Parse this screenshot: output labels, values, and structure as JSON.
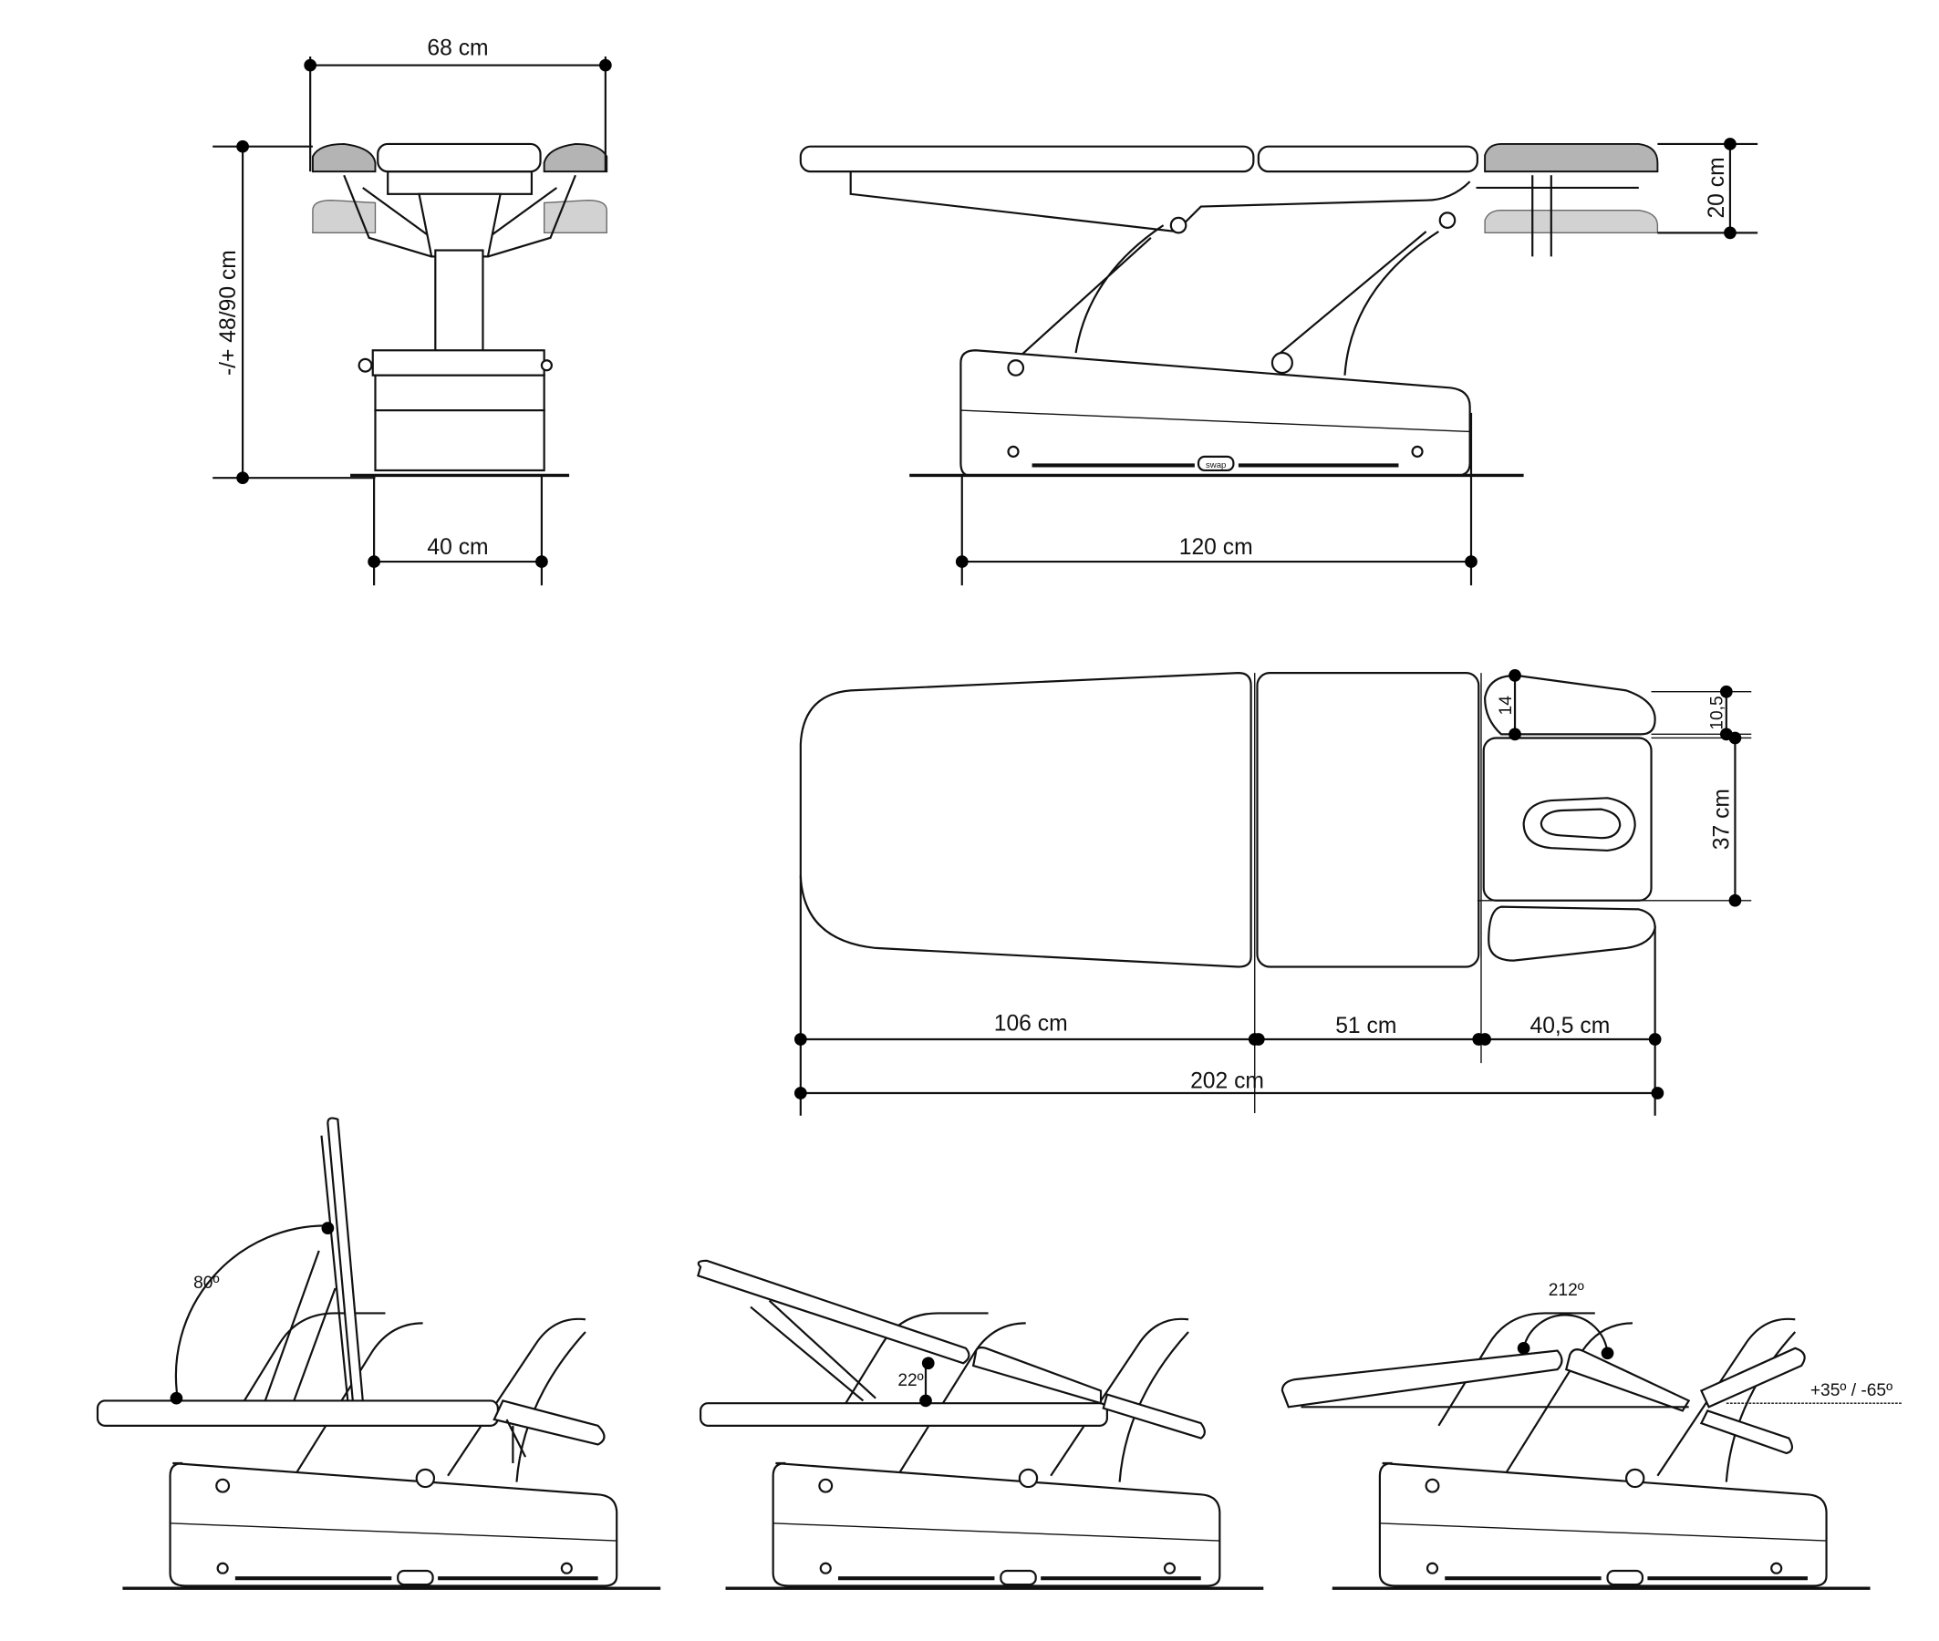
{
  "brand_logo": "swap",
  "front_view": {
    "width_label": "68 cm",
    "height_label": "-/+ 48/90 cm",
    "base_width_label": "40 cm"
  },
  "side_view": {
    "base_length_label": "120 cm",
    "headrest_drop_label": "20 cm"
  },
  "top_view": {
    "section1_label": "106 cm",
    "section2_label": "51 cm",
    "section3_label": "40,5 cm",
    "total_label": "202 cm",
    "head_width_label": "37 cm",
    "armrest_width_label": "14",
    "armrest_offset_label": "10,5"
  },
  "positions": {
    "backrest_angle_label": "80º",
    "incline_angle_label": "22º",
    "apex_angle_label": "212º",
    "headrest_tilt_label": "+35º / -65º"
  }
}
